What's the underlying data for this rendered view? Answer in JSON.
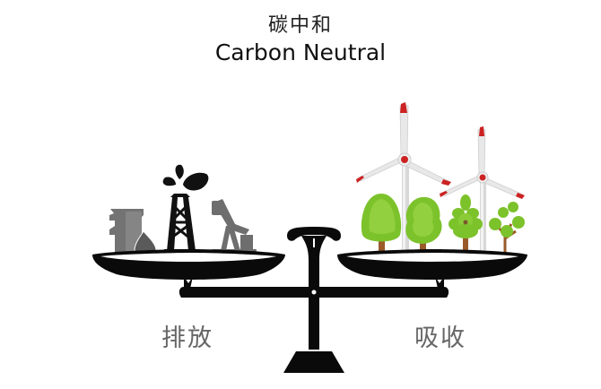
{
  "title": {
    "chinese": "碳中和",
    "english": "Carbon Neutral"
  },
  "scale": {
    "left_pan": {
      "label": "排放",
      "items": [
        "fuel-barrels-icon",
        "oil-drop-icon",
        "oil-derrick-gusher-icon",
        "pumpjack-icon"
      ]
    },
    "right_pan": {
      "label": "吸收",
      "items": [
        "wind-turbine-icon",
        "wind-turbine-icon",
        "tree-icon",
        "tree-icon",
        "pine-tree-icon",
        "branchy-tree-icon"
      ]
    }
  },
  "colors": {
    "scale": "#0a0a0a",
    "emission_dark": "#111111",
    "emission_gray": "#6e6e6e",
    "tree_green": "#7cc22b",
    "tree_light": "#9bd44a",
    "trunk": "#9a5a2a",
    "turbine": "#e6e6e6",
    "turbine_tip": "#cc2222",
    "label_gray": "#666666"
  }
}
